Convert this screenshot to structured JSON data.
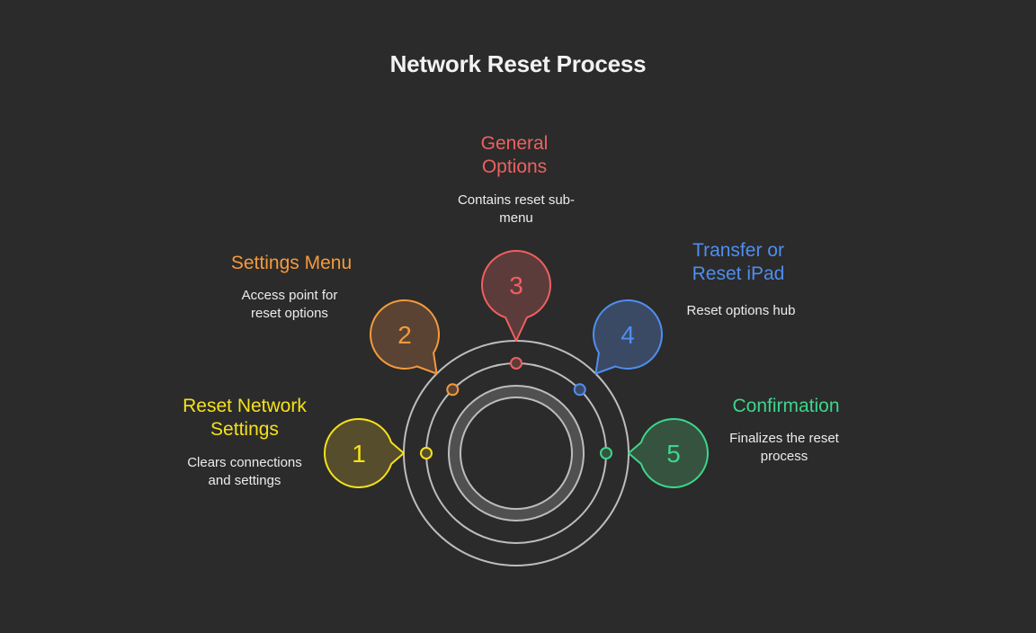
{
  "title": "Network Reset Process",
  "steps": [
    {
      "number": "1",
      "title": "Reset Network Settings",
      "title_lines": [
        "Reset Network",
        "Settings"
      ],
      "description_lines": [
        "Clears connections",
        "and settings"
      ],
      "color": "#f5e11c",
      "fill": "#564d2c"
    },
    {
      "number": "2",
      "title": "Settings Menu",
      "title_lines": [
        "Settings Menu"
      ],
      "description_lines": [
        "Access point for",
        "reset options"
      ],
      "color": "#f59a3c",
      "fill": "#5a4333"
    },
    {
      "number": "3",
      "title": "General Options",
      "title_lines": [
        "General",
        "Options"
      ],
      "description_lines": [
        "Contains reset sub-",
        "menu"
      ],
      "color": "#ee6060",
      "fill": "#5c3b3b"
    },
    {
      "number": "4",
      "title": "Transfer or Reset iPad",
      "title_lines": [
        "Transfer or",
        "Reset iPad"
      ],
      "description_lines": [
        "Reset options hub"
      ],
      "color": "#4f8ef0",
      "fill": "#3b4a64"
    },
    {
      "number": "5",
      "title": "Confirmation",
      "title_lines": [
        "Confirmation"
      ],
      "description_lines": [
        "Finalizes the reset",
        "process"
      ],
      "color": "#3dd68c",
      "fill": "#36533f"
    }
  ],
  "rings": {
    "stroke": "#bdbdbd",
    "band_fill": "#505050"
  }
}
